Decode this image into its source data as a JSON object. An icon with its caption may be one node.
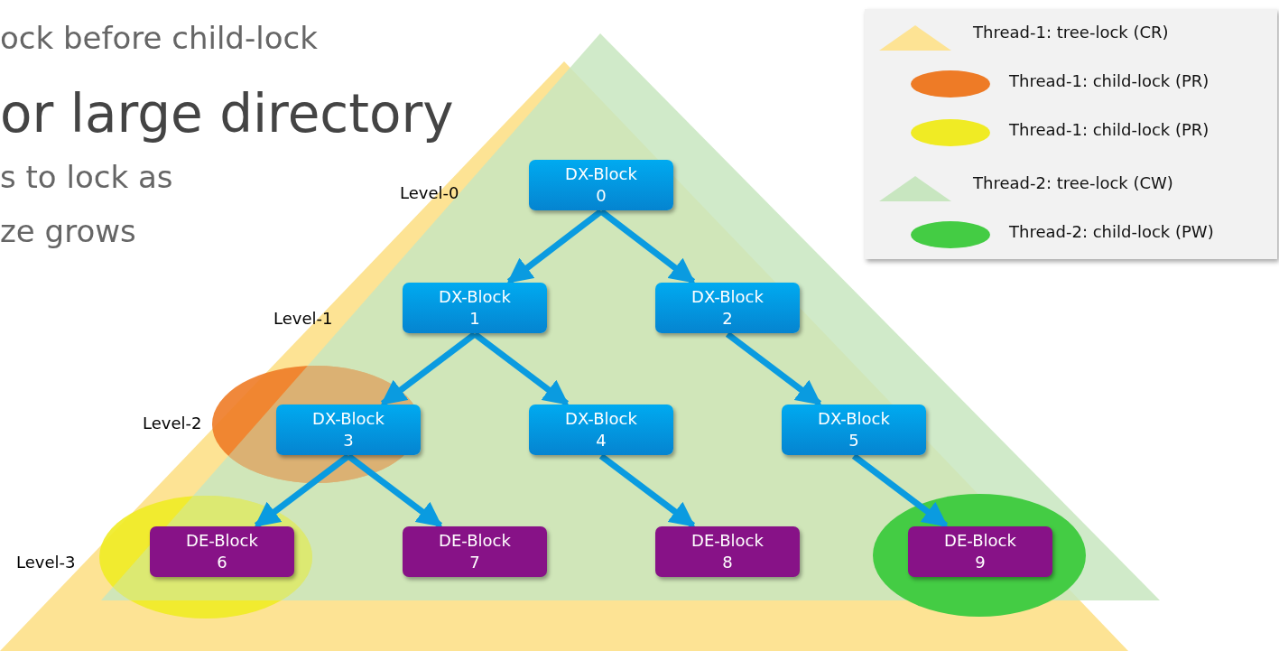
{
  "diagram": {
    "nodes": [
      {
        "text": [
          "DX-Block",
          "0"
        ]
      },
      {
        "text": [
          "DX-Block",
          "1"
        ]
      },
      {
        "text": [
          "DX-Block",
          "2"
        ]
      },
      {
        "text": [
          "DX-Block",
          "3"
        ]
      },
      {
        "text": [
          "DX-Block",
          "4"
        ]
      },
      {
        "text": [
          "DX-Block",
          "5"
        ]
      },
      {
        "text": [
          "DE-Block",
          "6"
        ]
      },
      {
        "text": [
          "DE-Block",
          "7"
        ]
      },
      {
        "text": [
          "DE-Block",
          "8"
        ]
      },
      {
        "text": [
          "DE-Block",
          "9"
        ]
      }
    ],
    "edges": [
      {
        "from": 0,
        "to": 1,
        "arrow": "to"
      },
      {
        "from": 0,
        "to": 2,
        "arrow": "to"
      },
      {
        "from": 1,
        "to": 3,
        "arrow": "to"
      },
      {
        "from": 1,
        "to": 4,
        "arrow": "to"
      },
      {
        "from": 2,
        "to": 5,
        "arrow": "to"
      },
      {
        "from": 3,
        "to": 6,
        "arrow": "to"
      },
      {
        "from": 3,
        "to": 7,
        "arrow": "to"
      },
      {
        "from": 4,
        "to": 8,
        "arrow": "to"
      },
      {
        "from": 5,
        "to": 9,
        "arrow": "to"
      }
    ],
    "labels": [
      "ock before child-lock",
      "or large directory",
      "s to lock as",
      "ze grows",
      "Level-0",
      "Level-1",
      "Level-2",
      "Level-3"
    ],
    "legend": [
      {
        "text": "Thread-1: tree-lock (CR)",
        "color": "#fde394"
      },
      {
        "text": "Thread-1: child-lock (PR)",
        "color": "#ee7b26"
      },
      {
        "text": "Thread-1: child-lock (PR)",
        "color": "#f0eb24"
      },
      {
        "text": "Thread-2: tree-lock (CW)",
        "color": "#c8e6c0"
      },
      {
        "text": "Thread-2: child-lock (PW)",
        "color": "#44cc44"
      }
    ]
  }
}
